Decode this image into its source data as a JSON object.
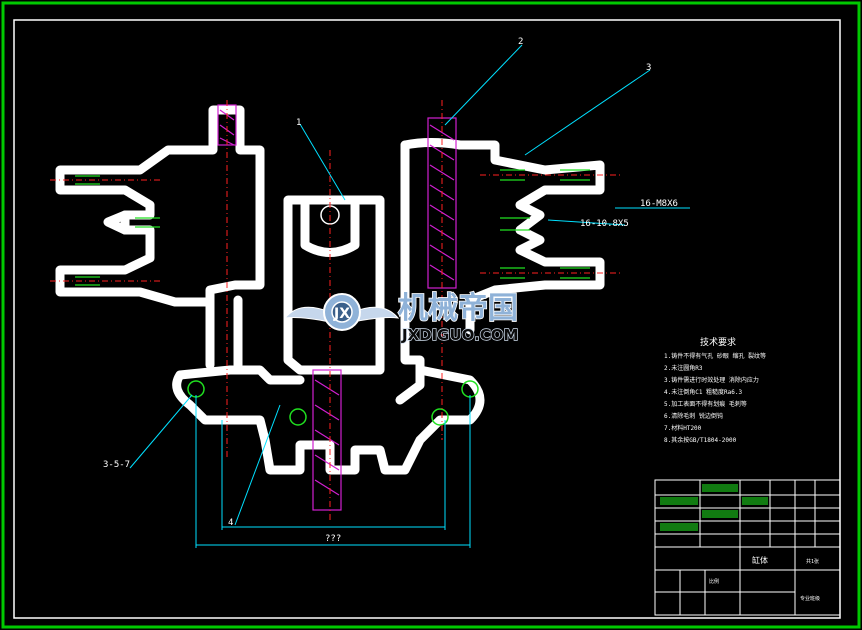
{
  "drawing": {
    "colors": {
      "background": "#000000",
      "frame": "#00c800",
      "outline": "#ffffff",
      "leader": "#00e0ff",
      "centerline": "#ff2020",
      "hatch": "#d020d0",
      "dimension": "#00e0ff",
      "green_hint": "#20e020"
    },
    "callouts": [
      {
        "id": "1",
        "text": "1"
      },
      {
        "id": "2",
        "text": "2"
      },
      {
        "id": "3",
        "text": "3"
      },
      {
        "id": "4",
        "text": "4"
      },
      {
        "id": "5",
        "text": "3-5-7"
      },
      {
        "id": "6",
        "text": "16-M8X6"
      },
      {
        "id": "7",
        "text": "16-10.8X5"
      }
    ],
    "notes": {
      "title": "技术要求",
      "lines": [
        "1.铸件不得有气孔 砂眼 缩孔 裂纹等",
        "2.未注圆角R3",
        "3.铸件需进行时效处理 消除内应力",
        "4.未注倒角C1 粗糙度Ra6.3",
        "5.加工表面不得有划痕 毛刺等",
        "6.清除毛刺 锐边倒钝",
        "7.材料HT200",
        "8.其余按GB/T1804-2000"
      ]
    },
    "dimensions": {
      "bottom_value": "???"
    }
  },
  "watermark": {
    "brand": "机械帝国",
    "domain": "JXDIGUO.COM"
  },
  "title_block": {
    "part_name": "缸体",
    "school": "专业班级",
    "scale_label": "比例",
    "sheet_label": "共1张"
  }
}
